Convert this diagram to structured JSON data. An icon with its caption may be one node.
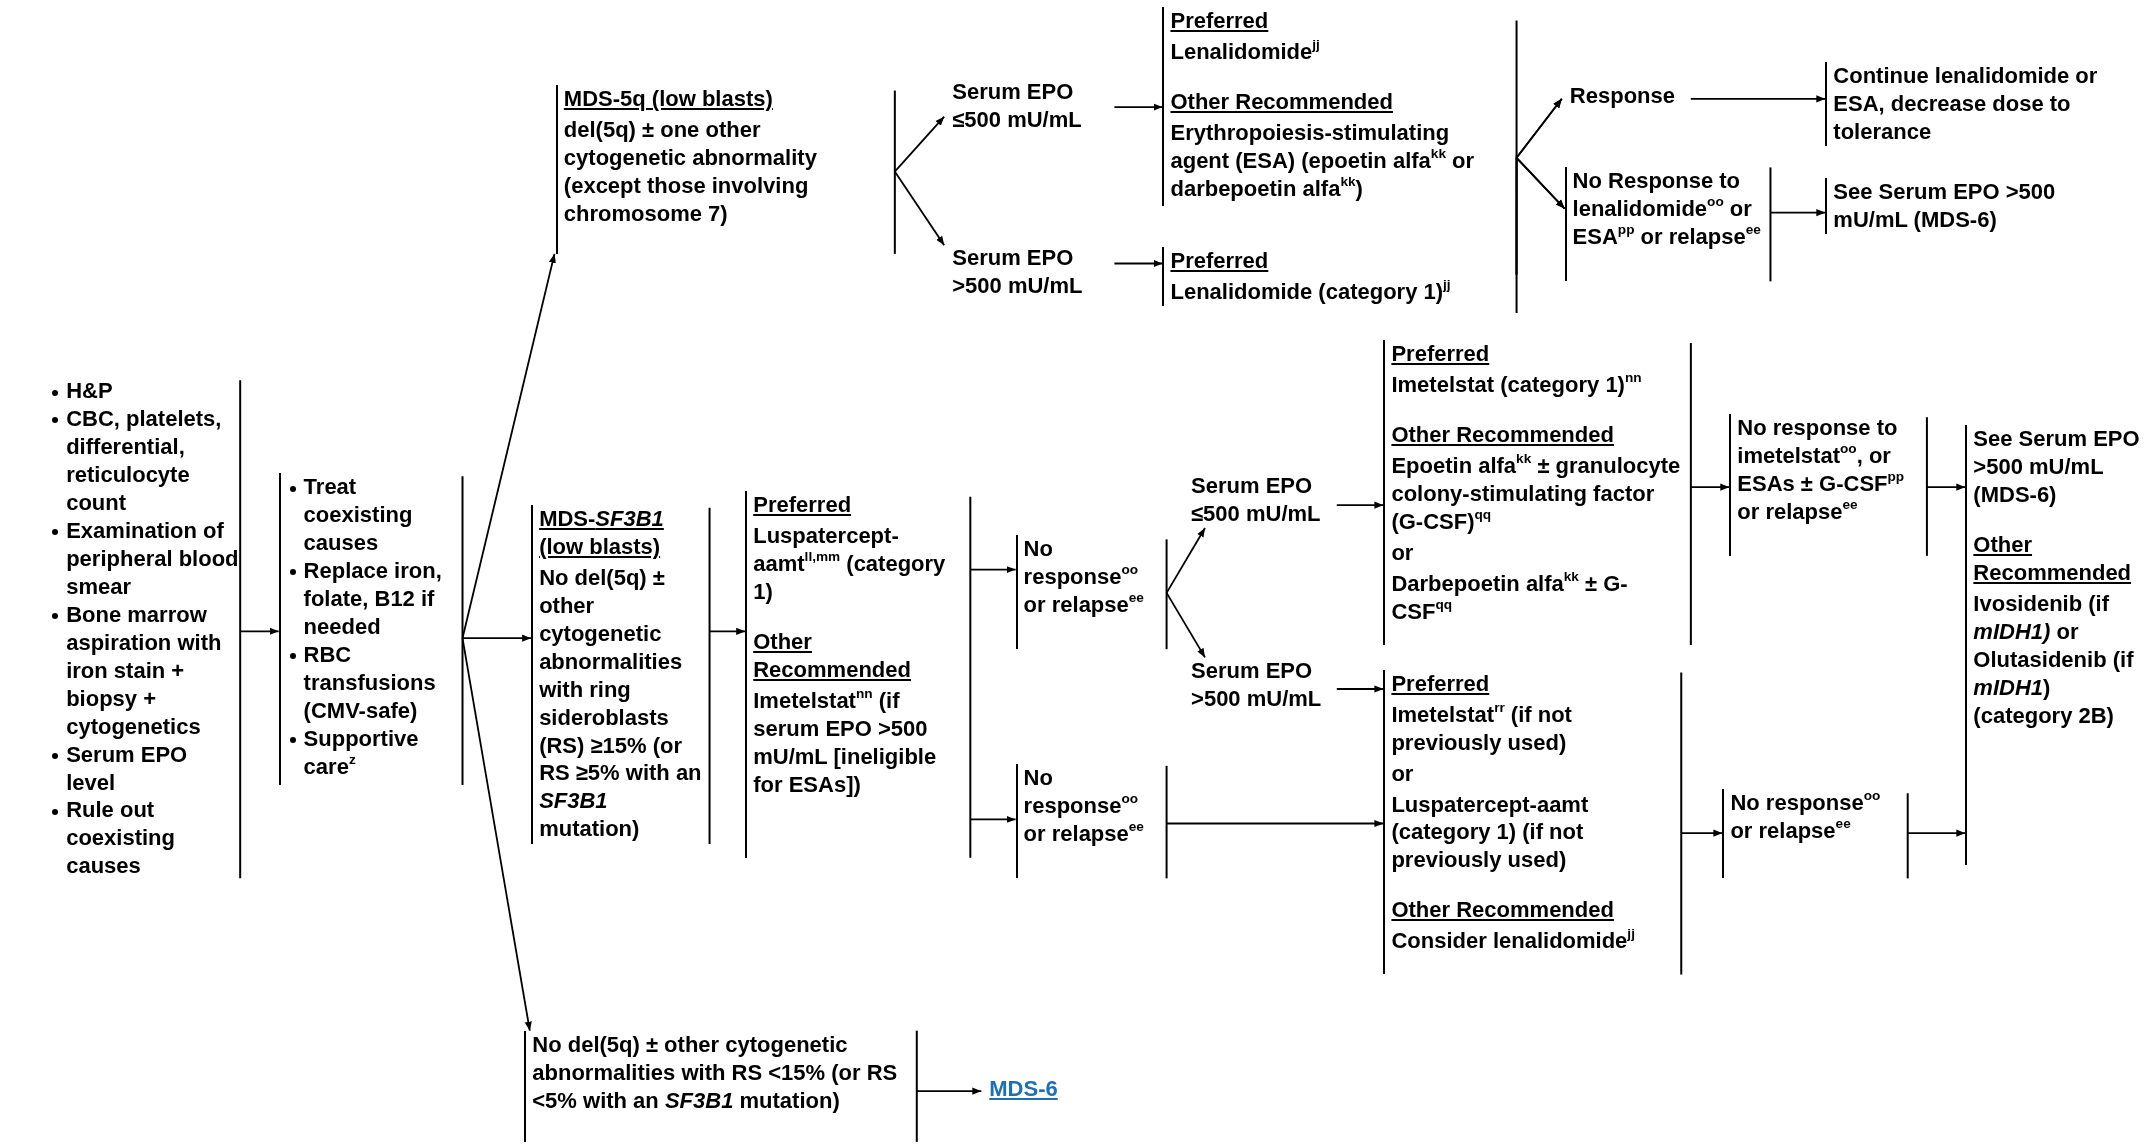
{
  "diagram": {
    "nodes": [
      {
        "text": [
          "H&P",
          "CBC, platelets, differential, reticulocyte count",
          "Examination of peripheral blood smear",
          "Bone marrow aspiration with iron stain + biopsy + cytogenetics",
          "Serum EPO level",
          "Rule out coexisting causes"
        ]
      },
      {
        "text": [
          "Treat coexisting causes",
          "Replace iron, folate, B12 if needed",
          "RBC transfusions (CMV-safe)",
          "Supportive care$^{z}$"
        ]
      },
      {
        "text": [
          "MDS-5q (low blasts)",
          "del(5q) ± one other cytogenetic abnormality (except those involving chromosome 7)"
        ]
      },
      {
        "text": [
          "MDS-*SF3B1* (low blasts)",
          "No del(5q) ± other cytogenetic abnormalities with ring sideroblasts (RS) ≥15% (or RS ≥5% with an *SF3B1* mutation)"
        ]
      },
      {
        "text": [
          "No del(5q) ± other cytogenetic abnormalities with RS <15% (or RS <5% with an *SF3B1* mutation)"
        ]
      },
      {
        "text": [
          "MDS-6"
        ]
      },
      {
        "text": [
          "Serum EPO ≤500 mU/mL"
        ]
      },
      {
        "text": [
          "Serum EPO >500 mU/mL"
        ]
      },
      {
        "text": [
          "Preferred",
          "Lenalidomide$^{jj}$",
          "Other Recommended",
          "Erythropoiesis-stimulating agent (ESA) (epoetin alfa$^{kk}$ or darbepoetin alfa$^{kk}$)"
        ]
      },
      {
        "text": [
          "Preferred",
          "Lenalidomide (category 1)$^{jj}$"
        ]
      },
      {
        "text": [
          "Response"
        ]
      },
      {
        "text": [
          "No Response to lenalidomide$^{oo}$ or ESA$^{pp}$ or relapse$^{ee}$"
        ]
      },
      {
        "text": [
          "Continue lenalidomide or ESA, decrease dose to tolerance"
        ]
      },
      {
        "text": [
          "See Serum EPO >500 mU/mL (MDS-6)"
        ]
      },
      {
        "text": [
          "Preferred",
          "Luspatercept-aamt$^{ll,mm}$ (category 1)",
          "Other Recommended",
          "Imetelstat$^{nn}$ (if serum EPO >500 mU/mL [ineligible for ESAs])"
        ]
      },
      {
        "text": [
          "No response$^{oo}$ or relapse$^{ee}$"
        ]
      },
      {
        "text": [
          "No response$^{oo}$ or relapse$^{ee}$"
        ]
      },
      {
        "text": [
          "Serum EPO ≤500 mU/mL"
        ]
      },
      {
        "text": [
          "Serum EPO >500 mU/mL"
        ]
      },
      {
        "text": [
          "Preferred",
          "Imetelstat (category 1)$^{nn}$",
          "Other Recommended",
          "Epoetin alfa$^{kk}$ ± granulocyte colony-stimulating factor (G-CSF)$^{qq}$",
          "or",
          "Darbepoetin alfa$^{kk}$ ± G-CSF$^{qq}$"
        ]
      },
      {
        "text": [
          "Preferred",
          "Imetelstat$^{rr}$ (if not previously used)",
          "or",
          "Luspatercept-aamt (category 1) (if not previously used)",
          "Other Recommended",
          "Consider lenalidomide$^{jj}$"
        ]
      },
      {
        "text": [
          "No response to imetelstat$^{oo}$, or ESAs ± G-CSF$^{pp}$ or relapse$^{ee}$"
        ]
      },
      {
        "text": [
          "No response$^{oo}$ or relapse$^{ee}$"
        ]
      },
      {
        "text": [
          "See Serum EPO >500 mU/mL (MDS-6)",
          "Other Recommended",
          "Ivosidenib (if *mIDH1)* or Olutasidenib (if *mIDH1*) (category 2B)"
        ]
      }
    ],
    "edges": [
      {
        "from": 0,
        "to": 1,
        "arrow": "to"
      },
      {
        "from": 1,
        "to": 2,
        "arrow": "to"
      },
      {
        "from": 1,
        "to": 3,
        "arrow": "to"
      },
      {
        "from": 1,
        "to": 4,
        "arrow": "to"
      },
      {
        "from": 2,
        "to": 6,
        "arrow": "to"
      },
      {
        "from": 2,
        "to": 7,
        "arrow": "to"
      },
      {
        "from": 6,
        "to": 8,
        "arrow": "to"
      },
      {
        "from": 7,
        "to": 9,
        "arrow": "to"
      },
      {
        "from": 8,
        "to": 10,
        "arrow": "to"
      },
      {
        "from": 8,
        "to": 11,
        "arrow": "to"
      },
      {
        "from": 9,
        "to": 10,
        "arrow": "to"
      },
      {
        "from": 9,
        "to": 11,
        "arrow": "to"
      },
      {
        "from": 10,
        "to": 12,
        "arrow": "to"
      },
      {
        "from": 11,
        "to": 13,
        "arrow": "to"
      },
      {
        "from": 3,
        "to": 14,
        "arrow": "to"
      },
      {
        "from": 14,
        "to": 15,
        "arrow": "to"
      },
      {
        "from": 14,
        "to": 16,
        "arrow": "to"
      },
      {
        "from": 15,
        "to": 17,
        "arrow": "to"
      },
      {
        "from": 15,
        "to": 18,
        "arrow": "to"
      },
      {
        "from": 17,
        "to": 19,
        "arrow": "to"
      },
      {
        "from": 18,
        "to": 20,
        "arrow": "to"
      },
      {
        "from": 16,
        "to": 20,
        "arrow": "to"
      },
      {
        "from": 19,
        "to": 21,
        "arrow": "to"
      },
      {
        "from": 20,
        "to": 22,
        "arrow": "to"
      },
      {
        "from": 21,
        "to": 23,
        "arrow": "to"
      },
      {
        "from": 22,
        "to": 23,
        "arrow": "to"
      },
      {
        "from": 4,
        "to": 5,
        "arrow": "to"
      }
    ]
  }
}
